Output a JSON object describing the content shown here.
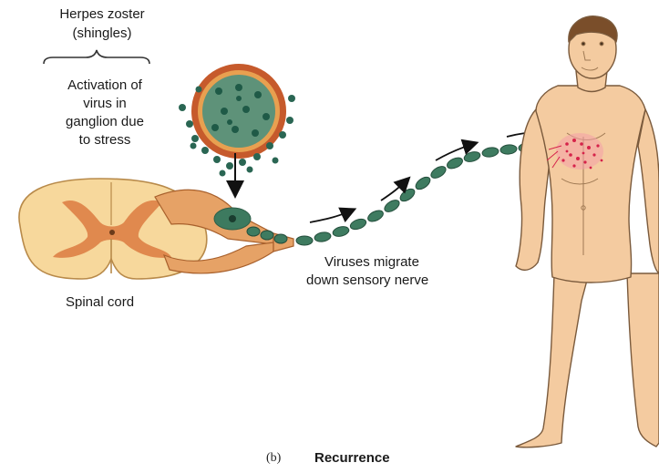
{
  "labels": {
    "disease": "Herpes zoster",
    "disease_alt": "(shingles)",
    "activation_line1": "Activation of",
    "activation_line2": "virus in",
    "activation_line3": "ganglion due",
    "activation_line4": "to stress",
    "spinal_cord": "Spinal cord",
    "migrate_line1": "Viruses migrate",
    "migrate_line2": "down sensory nerve"
  },
  "caption": {
    "letter": "(b)",
    "title": "Recurrence"
  },
  "colors": {
    "virus": "#2e6a58",
    "cell_ring": "#b0552a",
    "cell_fill": "#5c8f77",
    "cord_outer": "#f6d9a2",
    "cord_gray": "#e08d55",
    "nerve": "#e7a46a",
    "skin": "#f2c9a0",
    "rash": "#e23a55"
  }
}
